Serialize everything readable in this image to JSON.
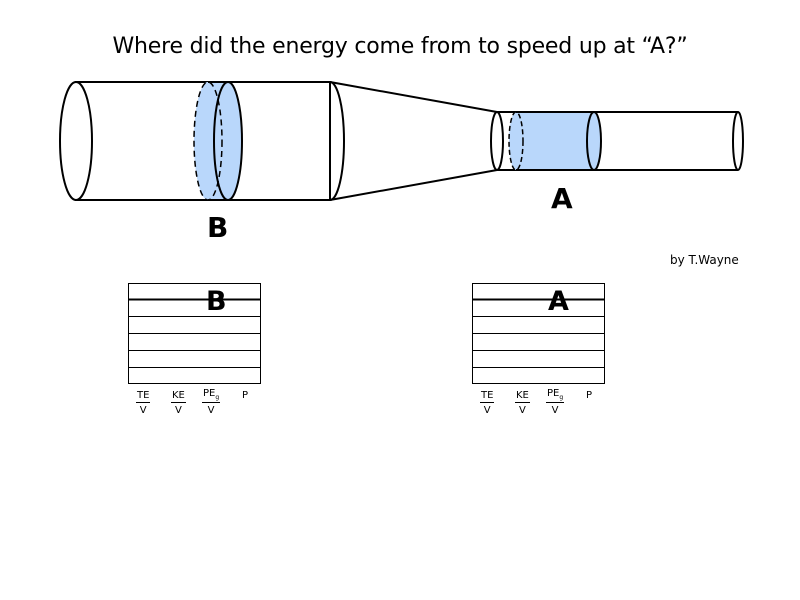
{
  "title": "Where did the energy come from to speed up at “A?”",
  "credit": "by T.Wayne",
  "colors": {
    "fluid_highlight": "#b9d7fb",
    "outline": "#000000"
  },
  "diagram": {
    "point_b_label": "B",
    "point_a_label": "A"
  },
  "charts": [
    {
      "label": "B",
      "columns": [
        {
          "top": "TE",
          "bottom": "V"
        },
        {
          "top": "KE",
          "bottom": "V"
        },
        {
          "top": "PE",
          "sub": "g",
          "bottom": "V"
        },
        {
          "top": "P",
          "bottom": ""
        }
      ]
    },
    {
      "label": "A",
      "columns": [
        {
          "top": "TE",
          "bottom": "V"
        },
        {
          "top": "KE",
          "bottom": "V"
        },
        {
          "top": "PE",
          "sub": "g",
          "bottom": "V"
        },
        {
          "top": "P",
          "bottom": ""
        }
      ]
    }
  ]
}
